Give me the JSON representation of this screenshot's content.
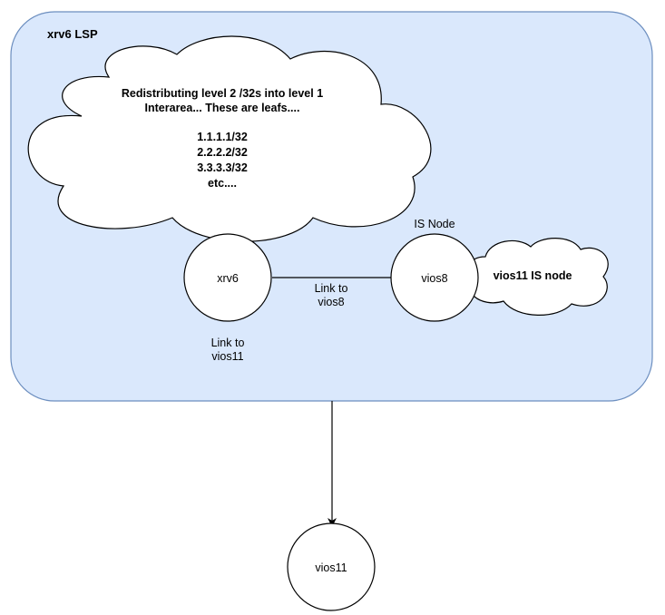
{
  "container": {
    "title": "xrv6 LSP",
    "fill": "#dae8fc",
    "stroke": "#6c8ebf"
  },
  "cloud_main": {
    "lines": [
      "Redistributing level 2 /32s into level 1",
      "Interarea... These are leafs....",
      "1.1.1.1/32",
      "2.2.2.2/32",
      "3.3.3.3/32",
      "etc...."
    ]
  },
  "cloud_small": {
    "label": "vios11 IS node"
  },
  "nodes": {
    "xrv6": {
      "label": "xrv6"
    },
    "vios8": {
      "label": "vios8",
      "caption": "IS Node"
    },
    "vios11": {
      "label": "vios11"
    }
  },
  "edges": {
    "xrv6_vios8": {
      "label_line1": "Link to",
      "label_line2": "vios8"
    },
    "xrv6_vios11_note": {
      "label_line1": "Link to",
      "label_line2": "vios11"
    }
  }
}
